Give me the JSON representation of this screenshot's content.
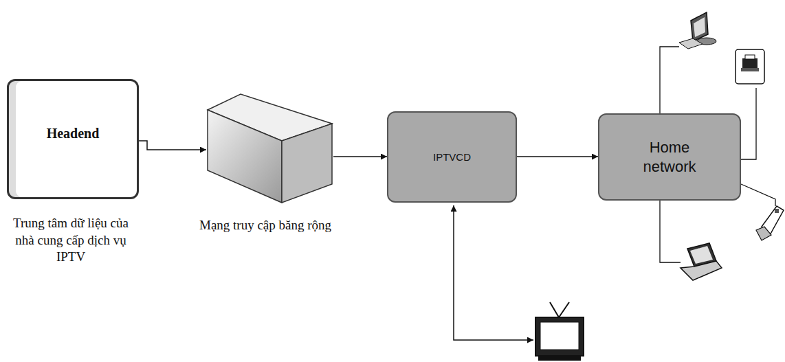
{
  "diagram": {
    "nodes": [
      {
        "text": [
          "Headend",
          "Trung tâm dữ liệu của nhà cung cấp dịch vụ IPTV"
        ]
      },
      {
        "text": [
          "Mạng truy cập băng rộng"
        ]
      },
      {
        "text": [
          "IPTVCD"
        ]
      },
      {
        "text": [
          "Home network"
        ]
      }
    ],
    "edges": [
      {
        "from": 0,
        "to": 1,
        "arrow": "to"
      },
      {
        "from": 1,
        "to": 2,
        "arrow": "to"
      },
      {
        "from": 2,
        "to": 3,
        "arrow": "to"
      }
    ]
  }
}
